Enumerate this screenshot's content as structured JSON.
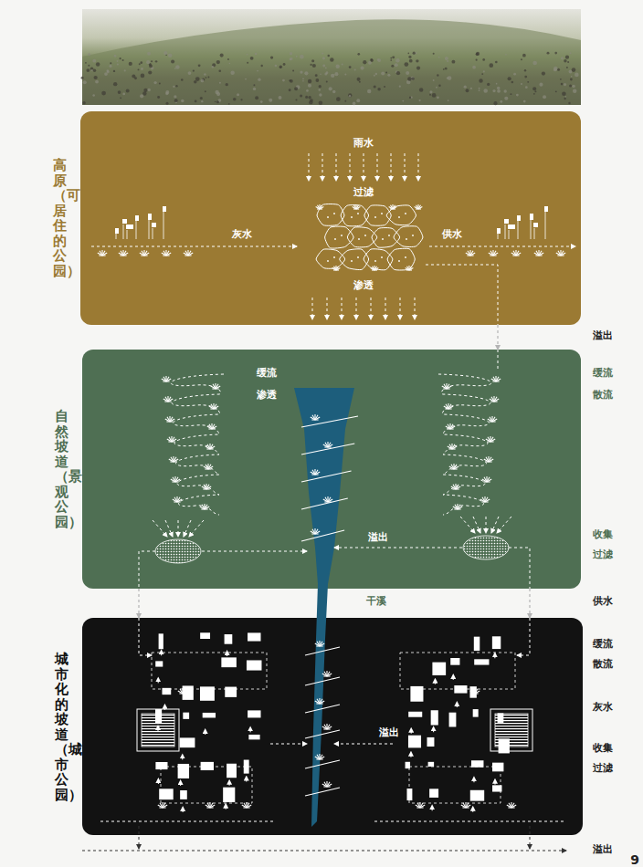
{
  "diagram": {
    "nodes": [
      {
        "text": [
          "高原（可居住的公园）"
        ]
      },
      {
        "text": [
          "自然坡道（景观公园）"
        ]
      },
      {
        "text": [
          "城市化的坡道（城市公园）"
        ]
      }
    ],
    "edges": [
      {
        "from": 0,
        "to": 1,
        "arrow": "to"
      },
      {
        "from": 1,
        "to": 2,
        "arrow": "to"
      },
      {
        "from": 1,
        "to": 2,
        "arrow": "to"
      }
    ],
    "labels": [
      "雨水",
      "过滤",
      "灰水",
      "供水",
      "渗透",
      "溢出",
      "缓流",
      "渗透",
      "缓流",
      "散流",
      "溢出",
      "收集",
      "过滤",
      "干溪",
      "供水",
      "缓流",
      "散流",
      "灰水",
      "收集",
      "过滤",
      "溢出",
      "溢出",
      "9"
    ]
  }
}
